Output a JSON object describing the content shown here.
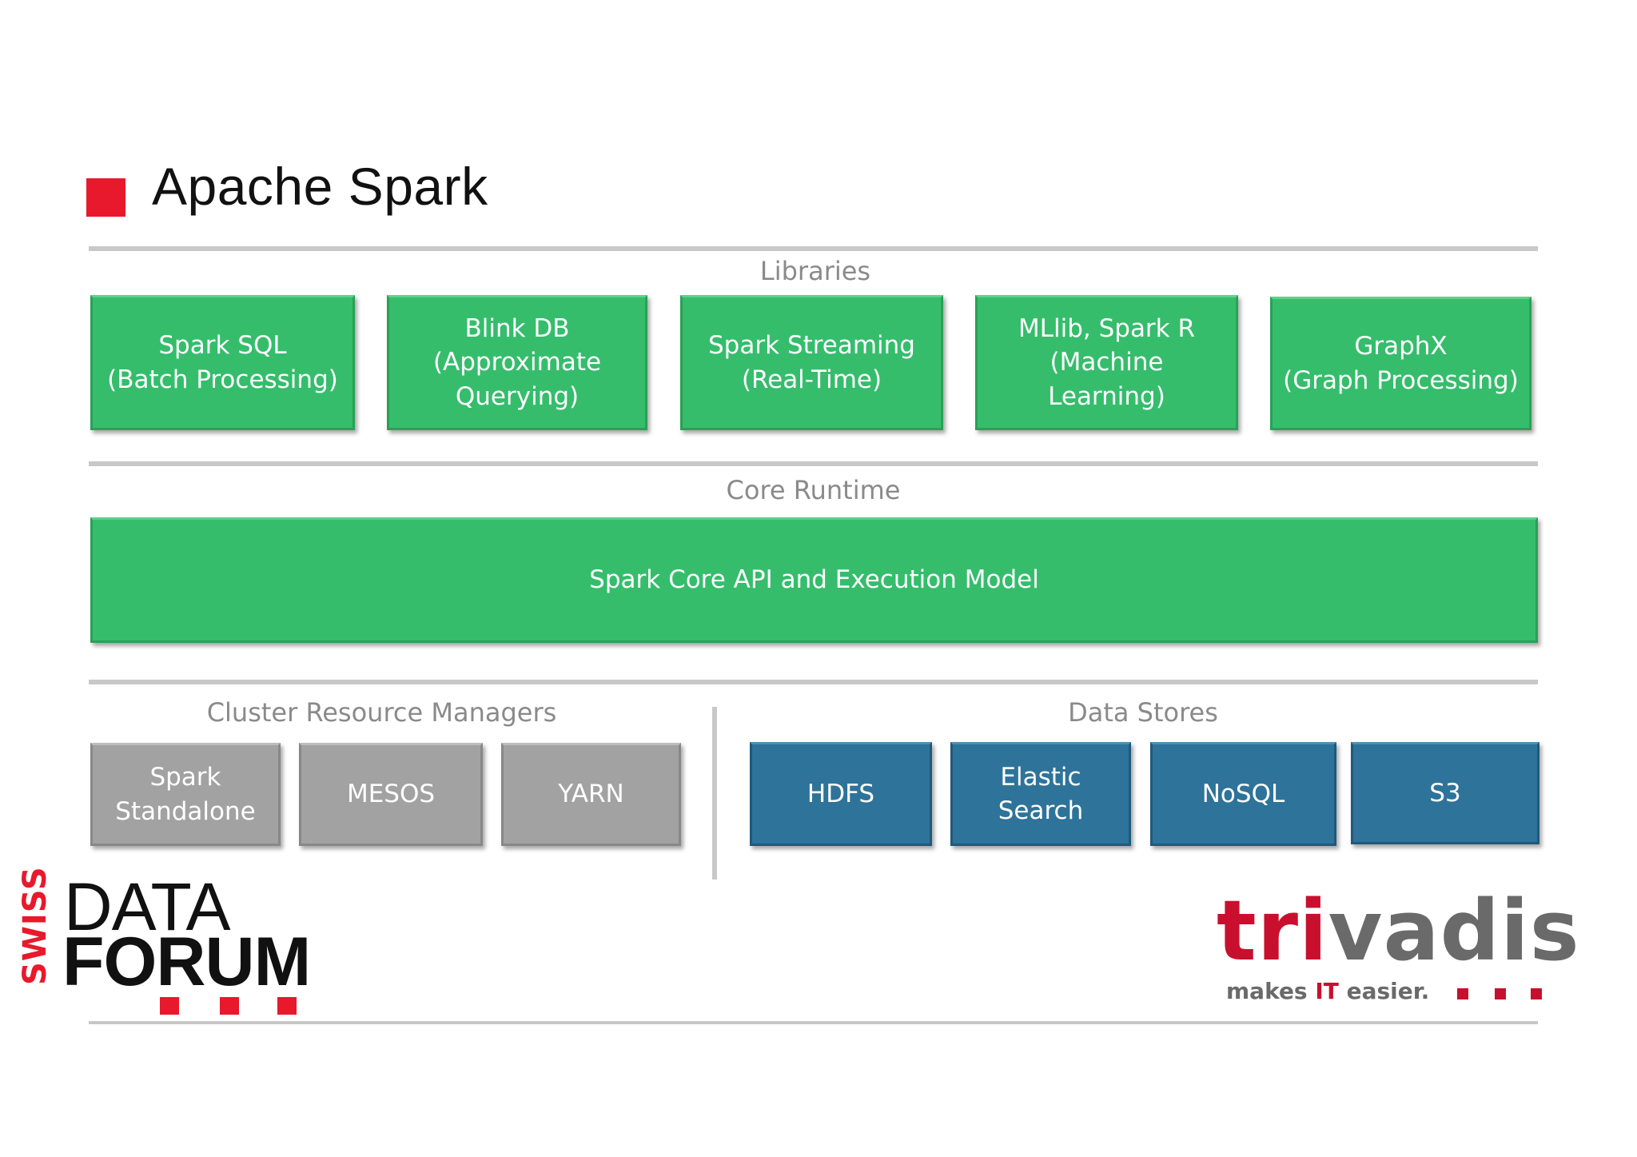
{
  "header": {
    "title": "Apache Spark"
  },
  "sections": {
    "libraries": "Libraries",
    "core_runtime": "Core Runtime",
    "cluster_managers": "Cluster Resource Managers",
    "data_stores": "Data Stores"
  },
  "libraries": [
    {
      "label": "Spark SQL\n(Batch Processing)"
    },
    {
      "label": "Blink DB\n(Approximate\nQuerying)"
    },
    {
      "label": "Spark Streaming\n(Real-Time)"
    },
    {
      "label": "MLlib, Spark R\n(Machine\nLearning)"
    },
    {
      "label": "GraphX\n(Graph Processing)"
    }
  ],
  "core": {
    "label": "Spark Core API and Execution Model"
  },
  "cluster_managers": [
    {
      "label": "Spark\nStandalone"
    },
    {
      "label": "MESOS"
    },
    {
      "label": "YARN"
    }
  ],
  "data_stores": [
    {
      "label": "HDFS"
    },
    {
      "label": "Elastic\nSearch"
    },
    {
      "label": "NoSQL"
    },
    {
      "label": "S3"
    }
  ],
  "logos": {
    "swiss_data_forum": {
      "swiss": "SWISS",
      "data": "DATA",
      "forum": "FORUM"
    },
    "trivadis": {
      "name_red": "tri",
      "name_gray": "vadis",
      "tagline_pre": "makes ",
      "tagline_it": "IT",
      "tagline_post": " easier."
    }
  },
  "colors": {
    "accent_red": "#e8192c",
    "library_green": "#35bd6c",
    "cluster_gray": "#a2a2a2",
    "store_blue": "#2e7399",
    "label_gray": "#8a8a8a"
  }
}
